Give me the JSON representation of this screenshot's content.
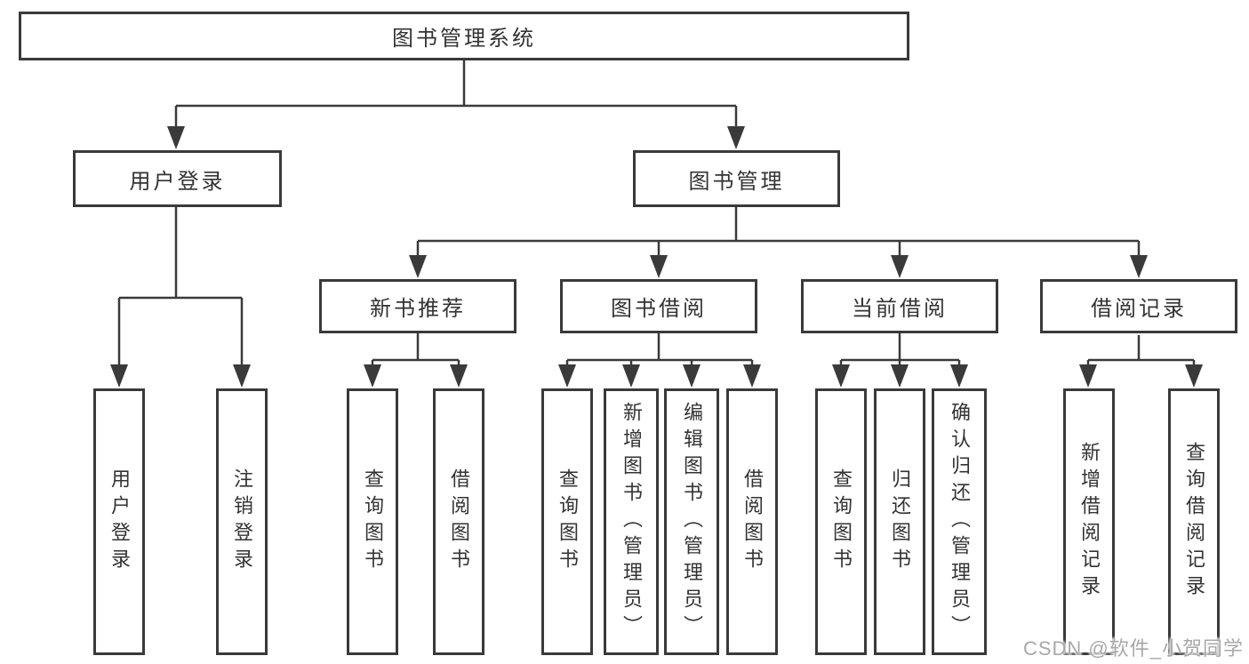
{
  "root": {
    "label": "图书管理系统"
  },
  "level2": [
    {
      "label": "用户登录"
    },
    {
      "label": "图书管理"
    }
  ],
  "level3": [
    {
      "label": "新书推荐"
    },
    {
      "label": "图书借阅"
    },
    {
      "label": "当前借阅"
    },
    {
      "label": "借阅记录"
    }
  ],
  "leaves": [
    {
      "label": "用户登录"
    },
    {
      "label": "注销登录"
    },
    {
      "label": "查询图书"
    },
    {
      "label": "借阅图书"
    },
    {
      "label": "查询图书"
    },
    {
      "label": "新增图书（管理员）"
    },
    {
      "label": "编辑图书（管理员）"
    },
    {
      "label": "借阅图书"
    },
    {
      "label": "查询图书"
    },
    {
      "label": "归还图书"
    },
    {
      "label": "确认归还（管理员）"
    },
    {
      "label": "新增借阅记录"
    },
    {
      "label": "查询借阅记录"
    }
  ],
  "watermark": {
    "text": "CSDN @软件_小贺同学"
  },
  "colors": {
    "line": "#3a3a3a",
    "box_border": "#3a3a3a",
    "text": "#333333",
    "watermark": "#a8a8a8",
    "background": "#ffffff"
  }
}
